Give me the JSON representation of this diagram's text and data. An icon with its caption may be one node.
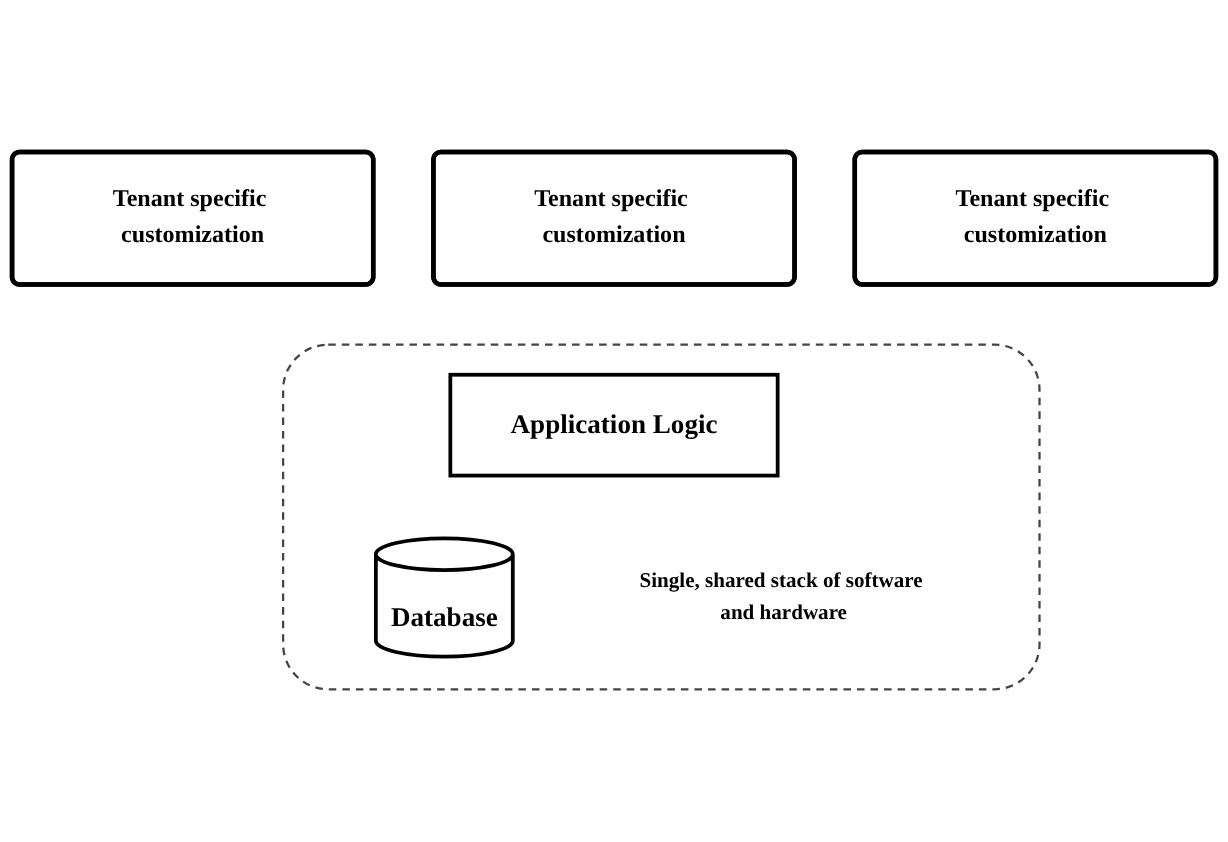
{
  "diagram": {
    "nodes": [
      {
        "text": [
          "Tenant specific customization"
        ]
      },
      {
        "text": [
          "Tenant specific customization"
        ]
      },
      {
        "text": [
          "Tenant specific customization"
        ]
      },
      {
        "text": [],
        "shape": "box"
      },
      {
        "text": [
          "Application Logic"
        ],
        "in": 3
      },
      {
        "text": [
          "Database"
        ],
        "in": 3
      },
      {
        "text": [
          "Single, shared stack of software and hardware"
        ],
        "in": 3
      }
    ],
    "edges": []
  }
}
